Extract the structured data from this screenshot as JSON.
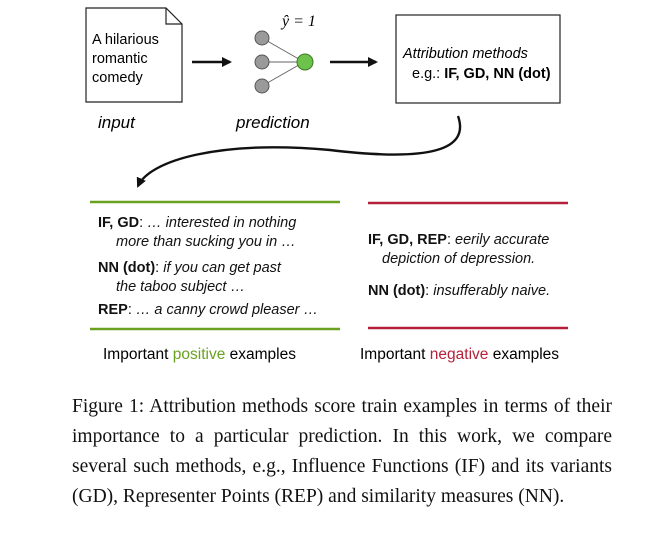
{
  "input_text": "A hilarious romantic comedy",
  "input_label": "input",
  "prediction_label": "prediction",
  "prediction_formula": "ŷ = 1",
  "attribution": {
    "title": "Attribution methods",
    "eg": "e.g.:",
    "methods": "IF, GD, NN (dot)"
  },
  "positive": {
    "examples": [
      {
        "method": "IF, GD",
        "text_line1": "… interested in nothing",
        "text_line2": "more than sucking you in …"
      },
      {
        "method": "NN (dot)",
        "text_line1": "if you can get past",
        "text_line2": "the taboo subject …"
      },
      {
        "method": "REP",
        "text_line1": "… a canny crowd pleaser …",
        "text_line2": ""
      }
    ],
    "label_pre": "Important ",
    "label_word": "positive",
    "label_post": " examples"
  },
  "negative": {
    "examples": [
      {
        "method": "IF, GD, REP",
        "text_line1": "eerily accurate",
        "text_line2": "depiction of depression."
      },
      {
        "method": "NN (dot)",
        "text_line1": "insufferably naive.",
        "text_line2": ""
      }
    ],
    "label_pre": "Important ",
    "label_word": "negative",
    "label_post": " examples"
  },
  "colors": {
    "positive": "#6aa121",
    "negative": "#b5213a",
    "node_green": "#6cc24a",
    "node_gray": "#9a9a9a"
  },
  "caption": "Figure 1: Attribution methods score train examples in terms of their importance to a particular prediction. In this work, we compare several such methods, e.g., Influence Functions (IF) and its variants (GD), Representer Points (REP) and similarity measures (NN)."
}
